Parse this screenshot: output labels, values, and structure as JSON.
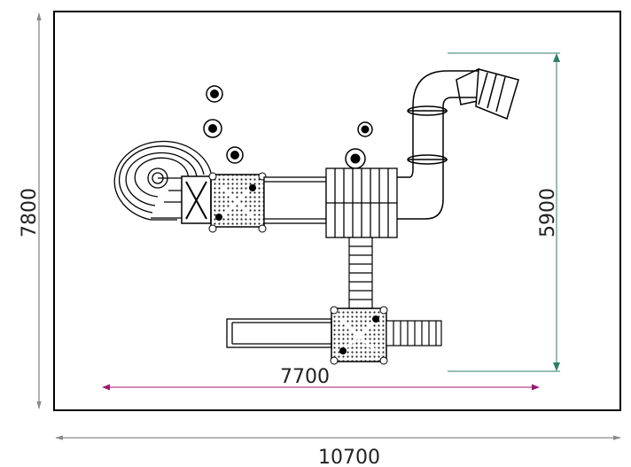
{
  "dimensions": {
    "overall_width": "10700",
    "overall_depth": "7800",
    "inner_width": "7700",
    "inner_depth": "5900"
  },
  "colors": {
    "outline": "#000000",
    "dimension_gray": "#8a8a8a",
    "dimension_magenta": "#a0186e",
    "dimension_green": "#2e7d6a"
  }
}
